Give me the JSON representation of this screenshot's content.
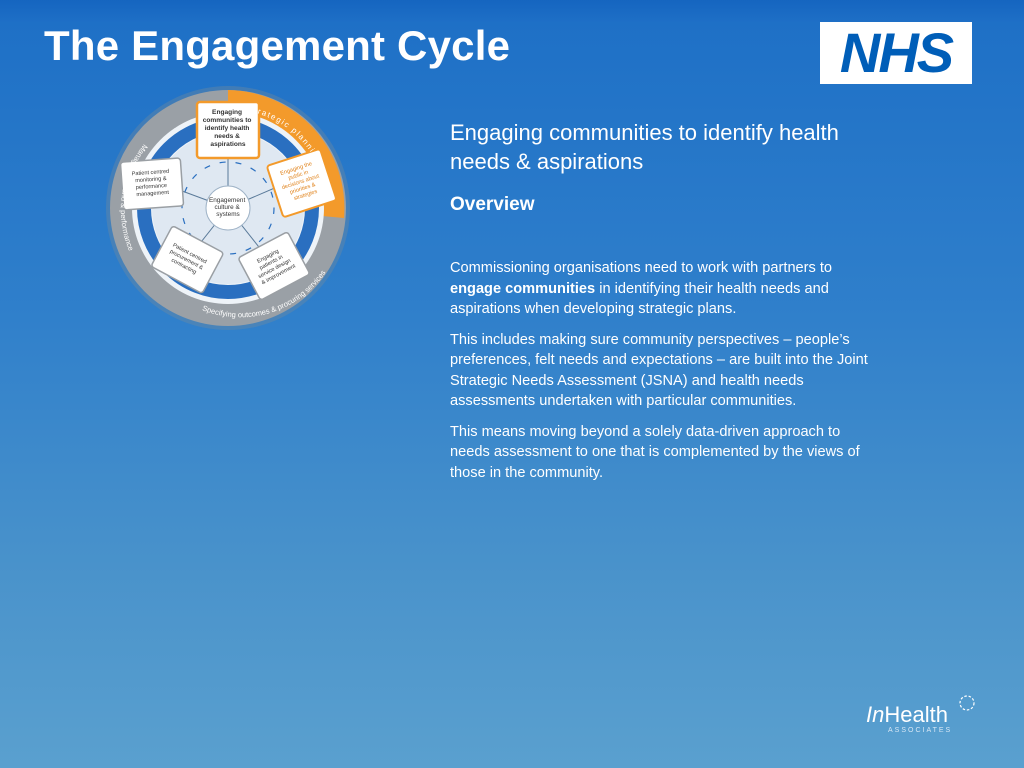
{
  "slide": {
    "title": "The Engagement Cycle"
  },
  "logos": {
    "nhs": "NHS",
    "footer_brand_prefix": "In",
    "footer_brand_suffix": "Health",
    "footer_brand_sub": "ASSOCIATES"
  },
  "diagram": {
    "center": [
      "Engagement",
      "culture &",
      "systems"
    ],
    "boxes": [
      {
        "lines": [
          "Engaging",
          "communities to",
          "identify health",
          "needs &",
          "aspirations"
        ]
      },
      {
        "lines": [
          "Engaging the",
          "public in",
          "decisions about",
          "priorities &",
          "strategies"
        ]
      },
      {
        "lines": [
          "Engaging",
          "patients in",
          "service design",
          "& improvement"
        ]
      },
      {
        "lines": [
          "Patient centred",
          "procurement &",
          "contracting"
        ]
      },
      {
        "lines": [
          "Patient centred",
          "monitoring &",
          "performance",
          "management"
        ]
      }
    ],
    "arc_labels": {
      "strategic": "Strategic planning",
      "specifying": "Specifying outcomes & procuring services",
      "managing": "Managing demand & performance"
    },
    "colors": {
      "orange": "#f39a2b",
      "grey": "#8e9398",
      "ring_blue": "#2a6fc0",
      "box_border_orange": "#f39a2b",
      "box_border_grey": "#9a9fa4"
    }
  },
  "content": {
    "subtitle": "Engaging communities to identify health needs & aspirations",
    "overview": "Overview",
    "p1_before": "Commissioning organisations need to work with partners to ",
    "p1_bold": "engage communities",
    "p1_after": " in identifying their health needs and aspirations when developing strategic plans.",
    "p2": "This includes making sure community perspectives – people’s preferences, felt needs and expectations – are built into the Joint Strategic Needs Assessment (JSNA) and health needs assessments undertaken with particular communities.",
    "p3": "This means moving beyond a solely data-driven approach to needs assessment to one that is complemented by the views of those in the community."
  }
}
